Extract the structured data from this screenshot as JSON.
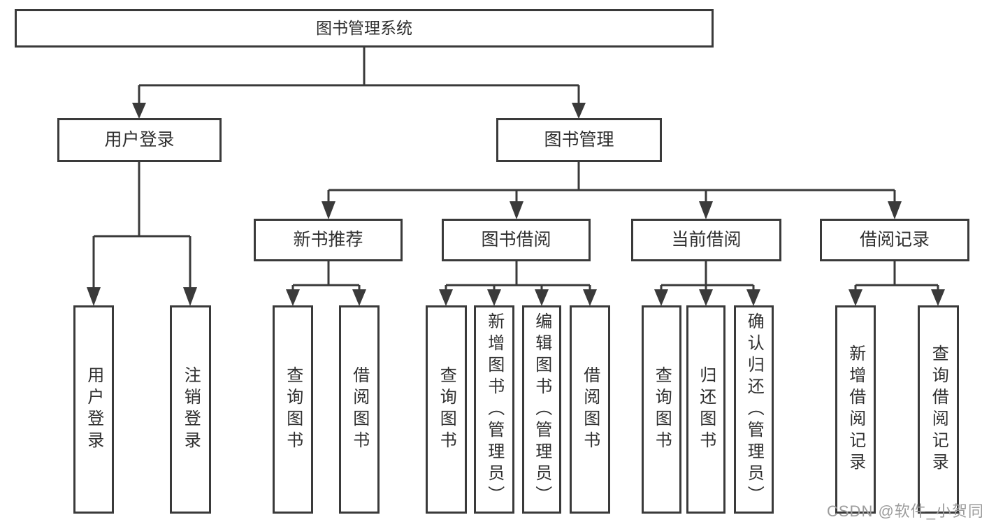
{
  "nodes": {
    "root": "图书管理系统",
    "user_login": "用户登录",
    "book_mgmt": "图书管理",
    "new_book_rec": "新书推荐",
    "book_borrow": "图书借阅",
    "current_borrow": "当前借阅",
    "borrow_records": "借阅记录",
    "ul_login": "用户登录",
    "ul_logout": "注销登录",
    "nb_query_book": "查询图书",
    "nb_borrow_book": "借阅图书",
    "bb_query_book": "查询图书",
    "bb_add_book": "新增图书（管理员）",
    "bb_edit_book": "编辑图书（管理员）",
    "bb_borrow_book": "借阅图书",
    "cb_query_book": "查询图书",
    "cb_return_book": "归还图书",
    "cb_confirm_return": "确认归还（管理员）",
    "br_add_record": "新增借阅记录",
    "br_query_record": "查询借阅记录"
  },
  "watermark": "CSDN @软件_小贺同学",
  "colors": {
    "line": "#3a3a3a",
    "box_border": "#3a3a3a",
    "box_fill": "#ffffff",
    "text": "#2f2f2f",
    "watermark": "#9c9c9c",
    "background": "#ffffff"
  }
}
